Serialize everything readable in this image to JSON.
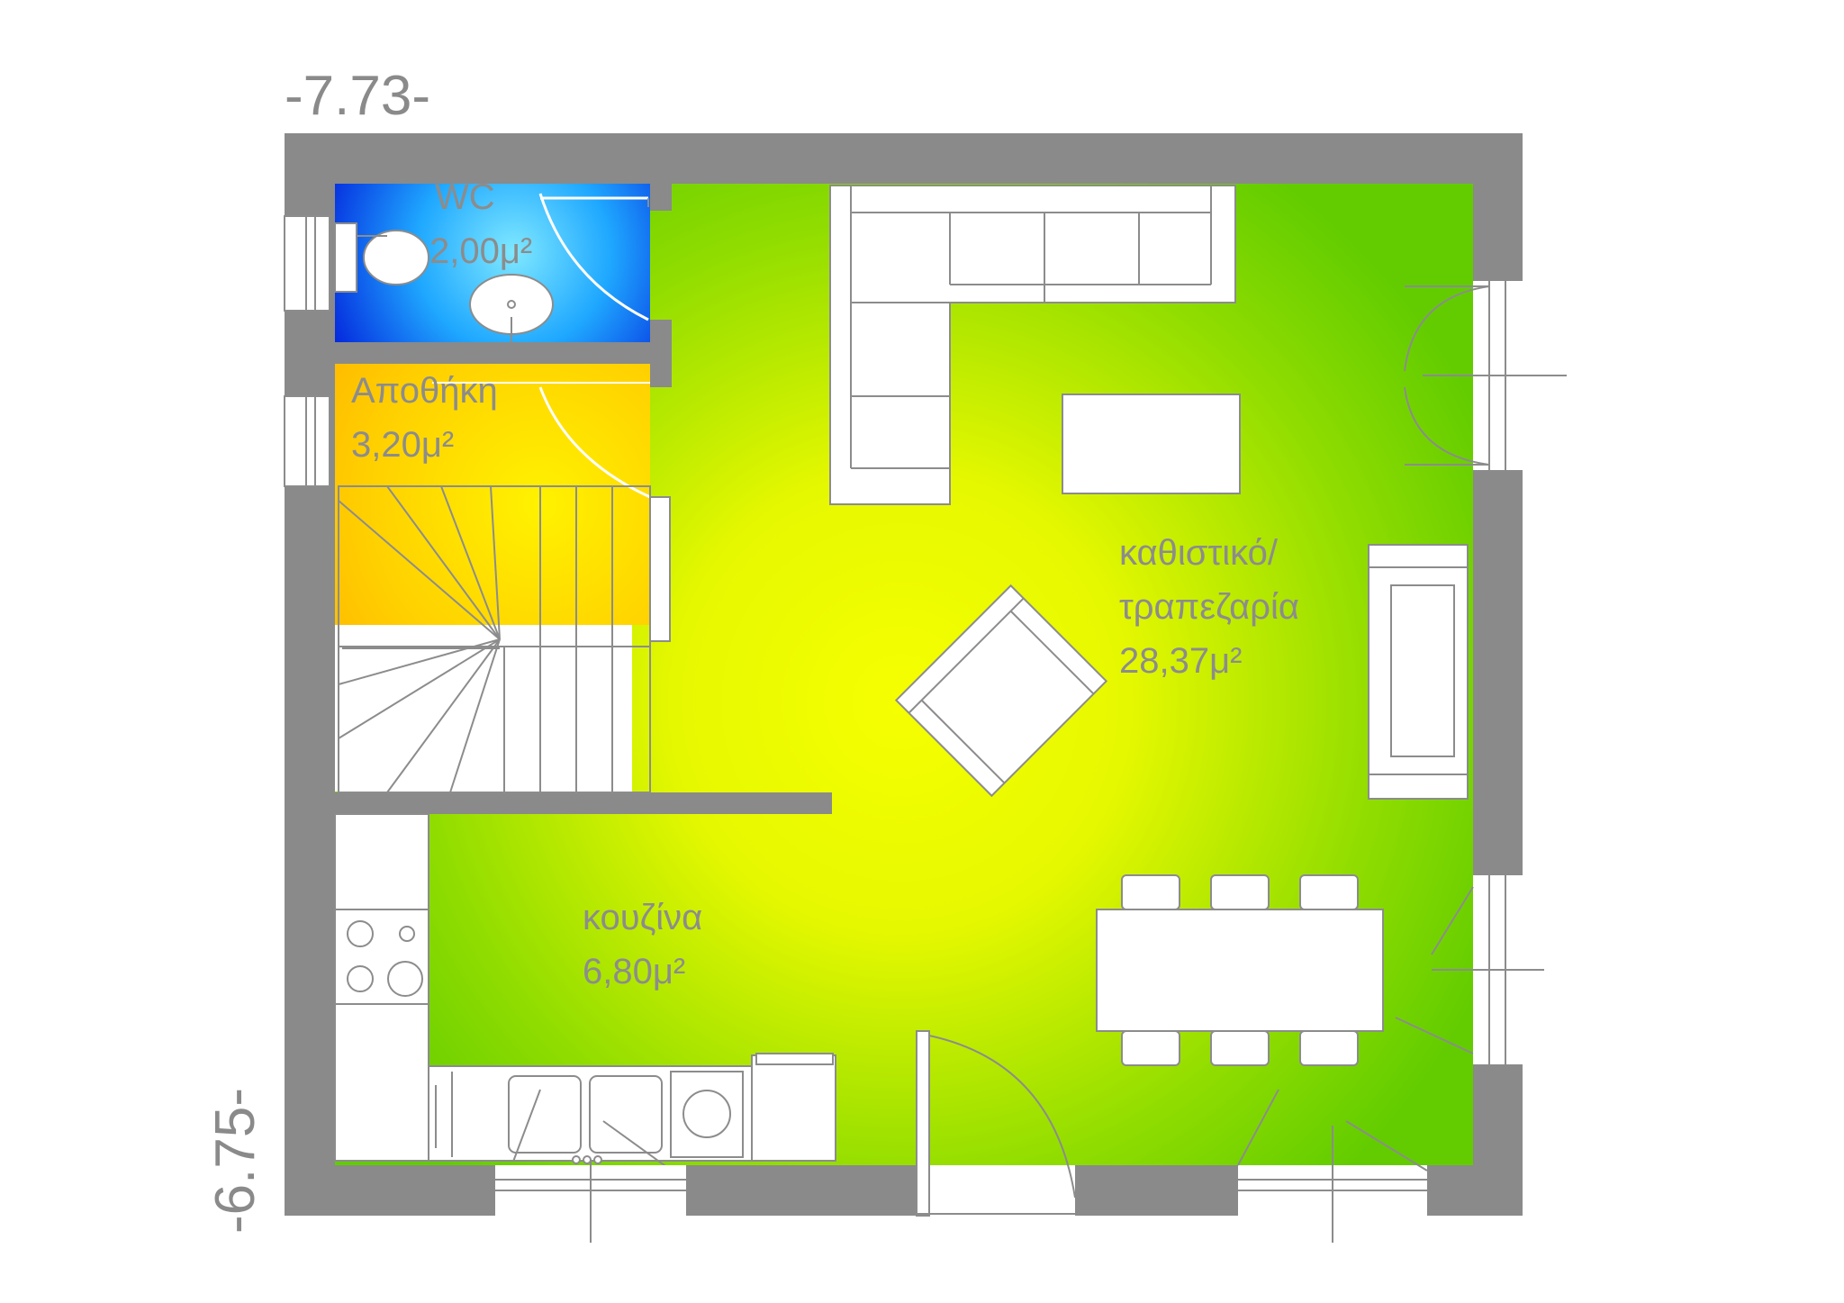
{
  "dimensions": {
    "width": "-7.73-",
    "height": "-6.75-"
  },
  "rooms": {
    "wc": {
      "name": "WC",
      "area": "2,00μ²"
    },
    "storage": {
      "name": "Αποθήκη",
      "area": "3,20μ²"
    },
    "living": {
      "name_line1": "καθιστικό/",
      "name_line2": "τραπεζαρία",
      "area": "28,37μ²"
    },
    "kitchen": {
      "name": "κουζίνα",
      "area": "6,80μ²"
    }
  },
  "colors": {
    "wall": "#8a8a8a",
    "wc": "#1e9fff",
    "storage": "#ffc000",
    "living_center": "#f2ff00",
    "living_edge": "#5fcc00"
  }
}
